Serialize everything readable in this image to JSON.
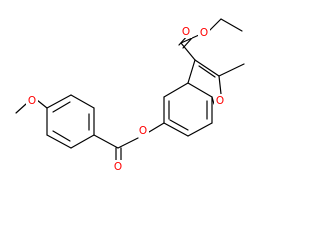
{
  "molecule": {
    "atom_colors": {
      "O": "#ff0000",
      "C": "#000000"
    },
    "atoms": [
      {
        "element": "O",
        "label": "O",
        "color": "#ff0000"
      },
      {
        "element": "O",
        "label": "O",
        "color": "#ff0000"
      },
      {
        "element": "O",
        "label": "O",
        "color": "#ff0000"
      },
      {
        "element": "O",
        "label": "O",
        "color": "#ff0000"
      },
      {
        "element": "O",
        "label": "O",
        "color": "#ff0000"
      },
      {
        "element": "O",
        "label": "O",
        "color": "#ff0000"
      }
    ]
  }
}
